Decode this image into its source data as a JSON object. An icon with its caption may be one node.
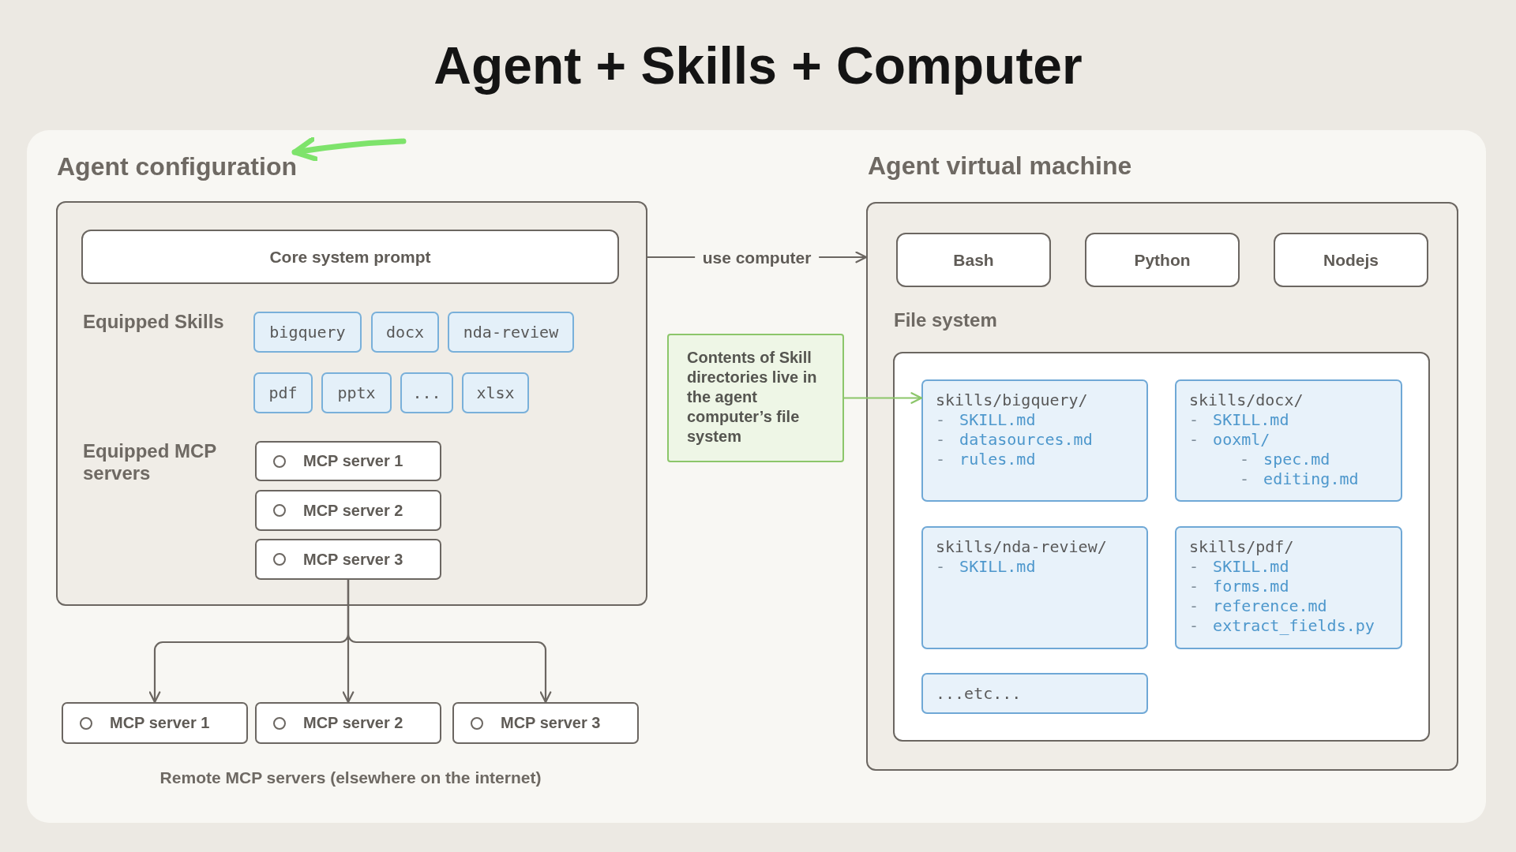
{
  "diagram": {
    "title": "Agent + Skills + Computer",
    "nodes": [
      {
        "text": [
          "Agent configuration"
        ]
      },
      {
        "text": [
          "Equipped Skills",
          "Equipped MCP servers"
        ]
      },
      {
        "text": [
          "Core system prompt"
        ],
        "in": 1
      },
      {
        "text": [
          "bigquery"
        ],
        "in": 1
      },
      {
        "text": [
          "docx"
        ],
        "in": 1
      },
      {
        "text": [
          "nda-review"
        ],
        "in": 1
      },
      {
        "text": [
          "pdf"
        ],
        "in": 1
      },
      {
        "text": [
          "pptx"
        ],
        "in": 1
      },
      {
        "text": [
          "..."
        ],
        "in": 1
      },
      {
        "text": [
          "xlsx"
        ],
        "in": 1
      },
      {
        "text": [
          "MCP server 1"
        ],
        "in": 1
      },
      {
        "text": [
          "MCP server 2"
        ],
        "in": 1
      },
      {
        "text": [
          "MCP server 3"
        ],
        "in": 1
      },
      {
        "text": [
          "Contents of Skill directories live in the agent computer’s file system"
        ]
      },
      {
        "text": [
          "Agent virtual machine"
        ]
      },
      {
        "text": [
          "Bash"
        ],
        "in": 14
      },
      {
        "text": [
          "Python"
        ],
        "in": 14
      },
      {
        "text": [
          "Nodejs"
        ],
        "in": 14
      },
      {
        "text": [
          "File system"
        ],
        "in": 14
      },
      {
        "text": [
          "skills/bigquery/",
          "- SKILL.md",
          "- datasources.md",
          "- rules.md"
        ],
        "in": 18
      },
      {
        "text": [
          "skills/docx/",
          "- SKILL.md",
          "- ooxml/",
          "- spec.md",
          "- editing.md"
        ],
        "in": 18
      },
      {
        "text": [
          "skills/nda-review/",
          "- SKILL.md"
        ],
        "in": 18
      },
      {
        "text": [
          "skills/pdf/",
          "- SKILL.md",
          "- forms.md",
          "- reference.md",
          "- extract_fields.py"
        ],
        "in": 18
      },
      {
        "text": [
          "...etc..."
        ],
        "in": 18
      },
      {
        "text": [
          "MCP server 1"
        ]
      },
      {
        "text": [
          "MCP server 2"
        ]
      },
      {
        "text": [
          "MCP server 3"
        ]
      }
    ],
    "edges": [
      {
        "from": null,
        "to": 0,
        "arrow": "to",
        "style": "thick",
        "color": "#7ee36b"
      },
      {
        "from": 1,
        "to": 14,
        "arrow": "to",
        "label": "use computer"
      },
      {
        "from": 13,
        "to": 19,
        "arrow": "to",
        "color": "#8cc66a"
      },
      {
        "from": 12,
        "to": 24,
        "arrow": "to"
      },
      {
        "from": 12,
        "to": 25,
        "arrow": "to"
      },
      {
        "from": 12,
        "to": 26,
        "arrow": "to"
      }
    ],
    "labels": [
      "Remote MCP servers (elsewhere on the internet)"
    ]
  }
}
